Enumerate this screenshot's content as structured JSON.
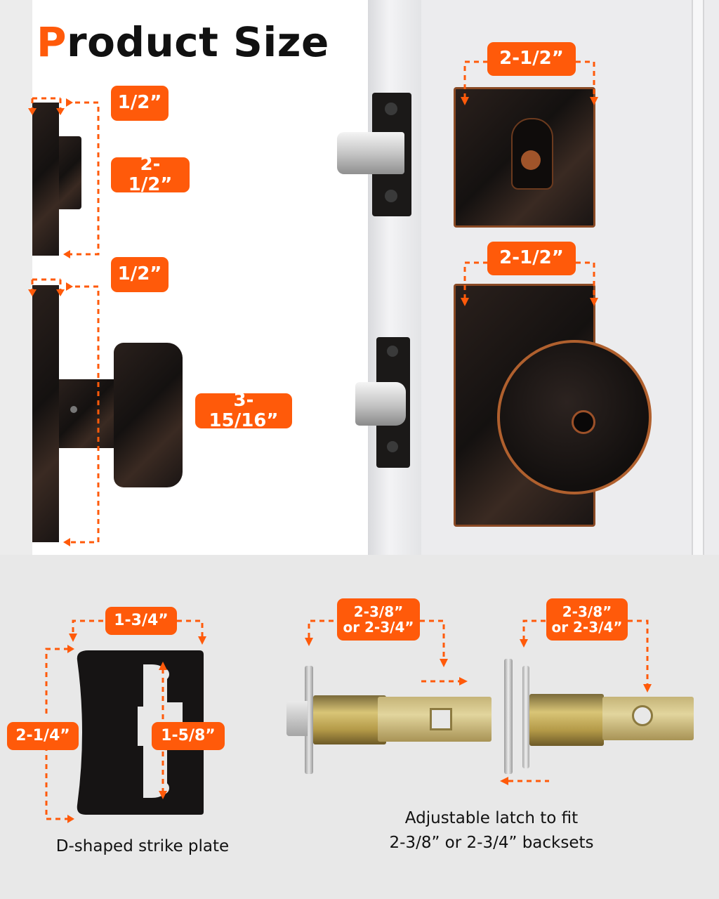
{
  "title": {
    "accent": "P",
    "rest": "roduct Size"
  },
  "dimensions": {
    "deadbolt_side_rose_thickness": "1/2”",
    "deadbolt_side_projection": "2-1/2”",
    "knob_side_rose_thickness": "1/2”",
    "knob_projection": "3-15/16”",
    "deadbolt_plate_width": "2-1/2”",
    "knob_plate_width": "2-1/2”",
    "strike_width": "1-3/4”",
    "strike_height": "2-1/4”",
    "strike_inner": "1-5/8”",
    "latch1_backset": [
      "2-3/8”",
      "or 2-3/4”"
    ],
    "latch2_backset": [
      "2-3/8”",
      "or 2-3/4”"
    ]
  },
  "captions": {
    "strike_plate": "D-shaped strike plate",
    "latch": [
      "Adjustable latch to fit",
      "2-3/8” or 2-3/4” backsets"
    ]
  },
  "colors": {
    "accent": "#ff5a0a",
    "bronze": "#1c1614",
    "rim": "#8a4a25"
  }
}
